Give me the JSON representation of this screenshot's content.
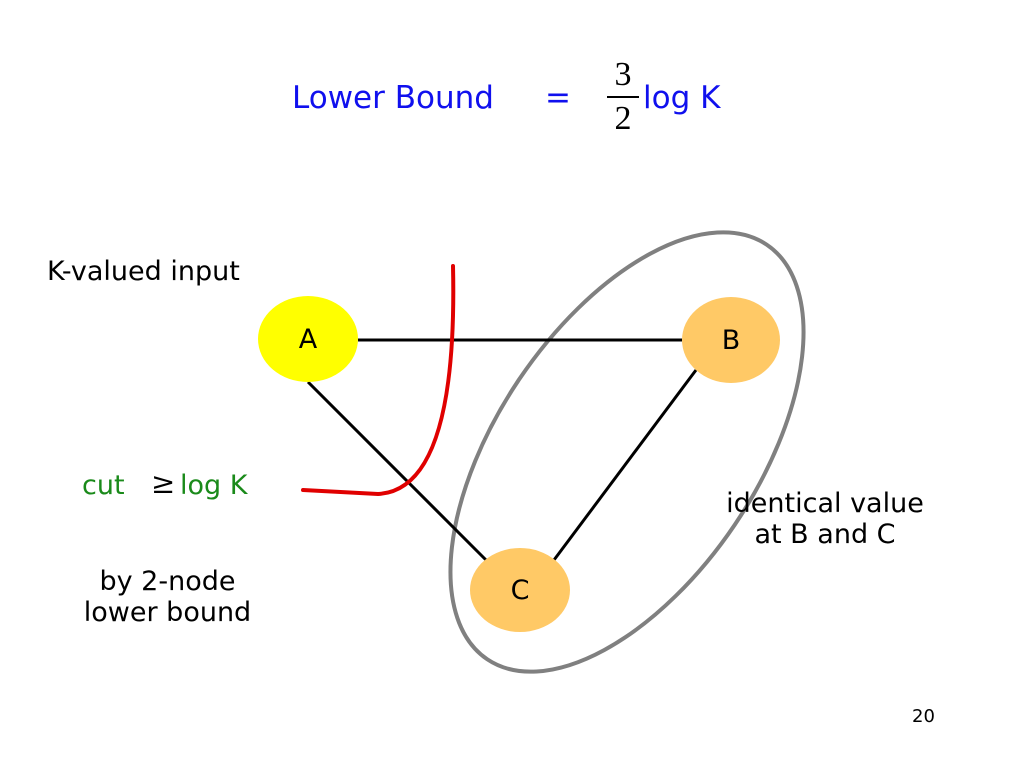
{
  "title": {
    "lhs": "Lower Bound",
    "equals": "=",
    "frac_num": "3",
    "frac_den": "2",
    "rhs": "log K"
  },
  "labels": {
    "k_valued_input": "K-valued input",
    "cut_prefix": "cut",
    "cut_symbol": "≥",
    "cut_value": "log K",
    "by_line1": "by 2-node",
    "by_line2": "lower bound",
    "identical_line1": "identical value",
    "identical_line2": "at B and C"
  },
  "nodes": {
    "a": "A",
    "b": "B",
    "c": "C"
  },
  "colors": {
    "title_blue": "#1010ee",
    "cut_green": "#1a8a1a",
    "cut_line_red": "#e00000",
    "node_a_yellow": "#ffff00",
    "node_bc_orange": "#ffc966",
    "ellipse_gray": "#808080"
  },
  "page_number": "20"
}
